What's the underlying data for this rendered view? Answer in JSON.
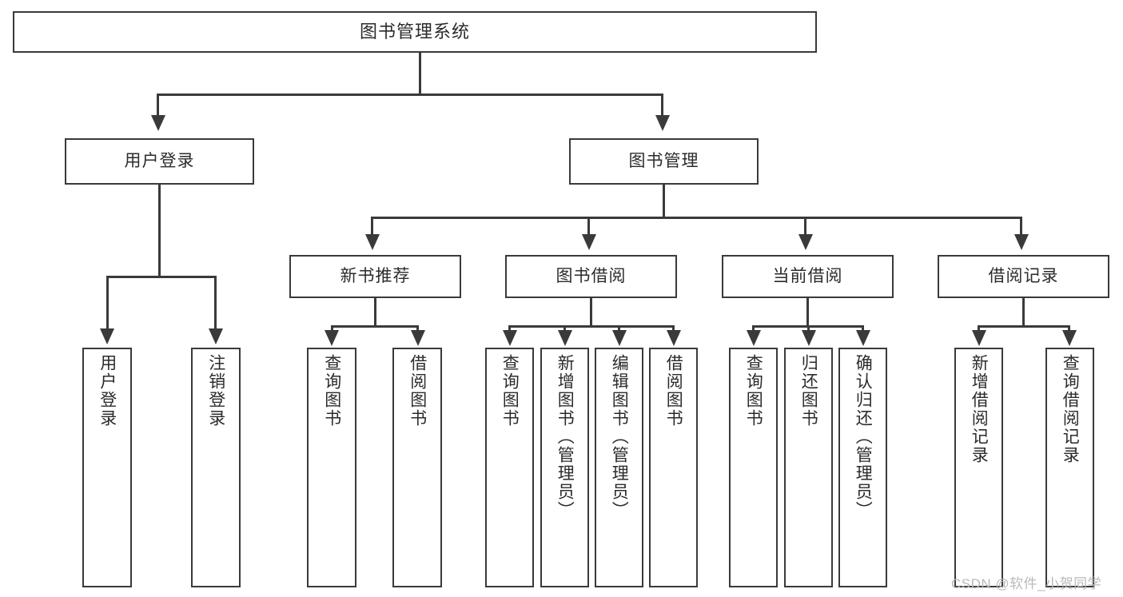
{
  "diagram": {
    "title": "图书管理系统",
    "type": "function-tree",
    "watermark": "CSDN @软件_小贺同学",
    "levels": {
      "root": {
        "label": "图书管理系统"
      },
      "branches": [
        {
          "label": "用户登录"
        },
        {
          "label": "图书管理"
        }
      ],
      "groups": [
        {
          "label": "新书推荐"
        },
        {
          "label": "图书借阅"
        },
        {
          "label": "当前借阅"
        },
        {
          "label": "借阅记录"
        }
      ]
    },
    "leaves": {
      "user_login": [
        {
          "label": "用户登录"
        },
        {
          "label": "注销登录"
        }
      ],
      "new_book_recommend": [
        {
          "label": "查询图书"
        },
        {
          "label": "借阅图书"
        }
      ],
      "book_borrow": [
        {
          "label": "查询图书"
        },
        {
          "label": "新增图书（管理员）"
        },
        {
          "label": "编辑图书（管理员）"
        },
        {
          "label": "借阅图书"
        }
      ],
      "current_borrow": [
        {
          "label": "查询图书"
        },
        {
          "label": "归还图书"
        },
        {
          "label": "确认归还（管理员）"
        }
      ],
      "borrow_record": [
        {
          "label": "新增借阅记录"
        },
        {
          "label": "查询借阅记录"
        }
      ]
    },
    "colors": {
      "stroke": "#3a3a3a",
      "fill": "#ffffff",
      "text": "#2b2b2b",
      "watermark": "#b9b9b9"
    }
  }
}
